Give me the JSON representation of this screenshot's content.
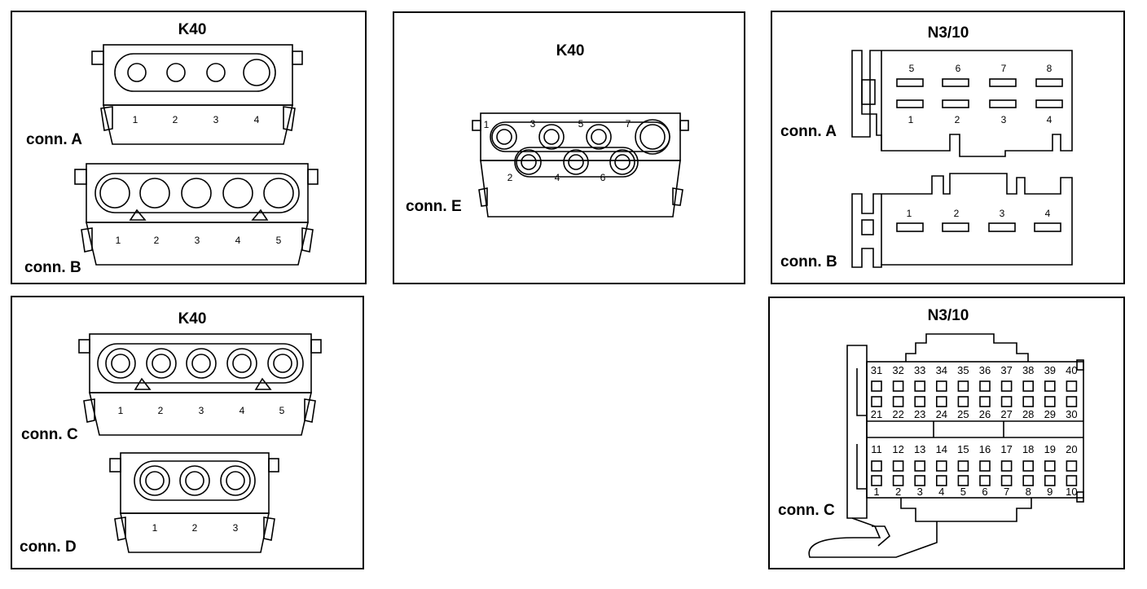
{
  "panels": [
    {
      "title": "K40",
      "labels": [
        "conn. A",
        "conn. B"
      ],
      "conn_a_pins": [
        "1",
        "2",
        "3",
        "4"
      ],
      "conn_b_pins": [
        "1",
        "2",
        "3",
        "4",
        "5"
      ]
    },
    {
      "title": "K40",
      "labels": [
        "conn. E"
      ],
      "top_pins": [
        "1",
        "3",
        "5",
        "7"
      ],
      "bottom_pins": [
        "2",
        "4",
        "6"
      ]
    },
    {
      "title": "N3/10",
      "labels": [
        "conn. A",
        "conn. B"
      ],
      "a_top_pins": [
        "5",
        "6",
        "7",
        "8"
      ],
      "a_bottom_pins": [
        "1",
        "2",
        "3",
        "4"
      ],
      "b_pins": [
        "1",
        "2",
        "3",
        "4"
      ]
    },
    {
      "title": "K40",
      "labels": [
        "conn. C",
        "conn. D"
      ],
      "conn_c_pins": [
        "1",
        "2",
        "3",
        "4",
        "5"
      ],
      "conn_d_pins": [
        "1",
        "2",
        "3"
      ]
    },
    {
      "title": "N3/10",
      "labels": [
        "conn. C"
      ],
      "row1": [
        "31",
        "32",
        "33",
        "34",
        "35",
        "36",
        "37",
        "38",
        "39",
        "40"
      ],
      "row2": [
        "21",
        "22",
        "23",
        "24",
        "25",
        "26",
        "27",
        "28",
        "29",
        "30"
      ],
      "row3": [
        "11",
        "12",
        "13",
        "14",
        "15",
        "16",
        "17",
        "18",
        "19",
        "20"
      ],
      "row4": [
        "1",
        "2",
        "3",
        "4",
        "5",
        "6",
        "7",
        "8",
        "9",
        "10"
      ]
    }
  ]
}
